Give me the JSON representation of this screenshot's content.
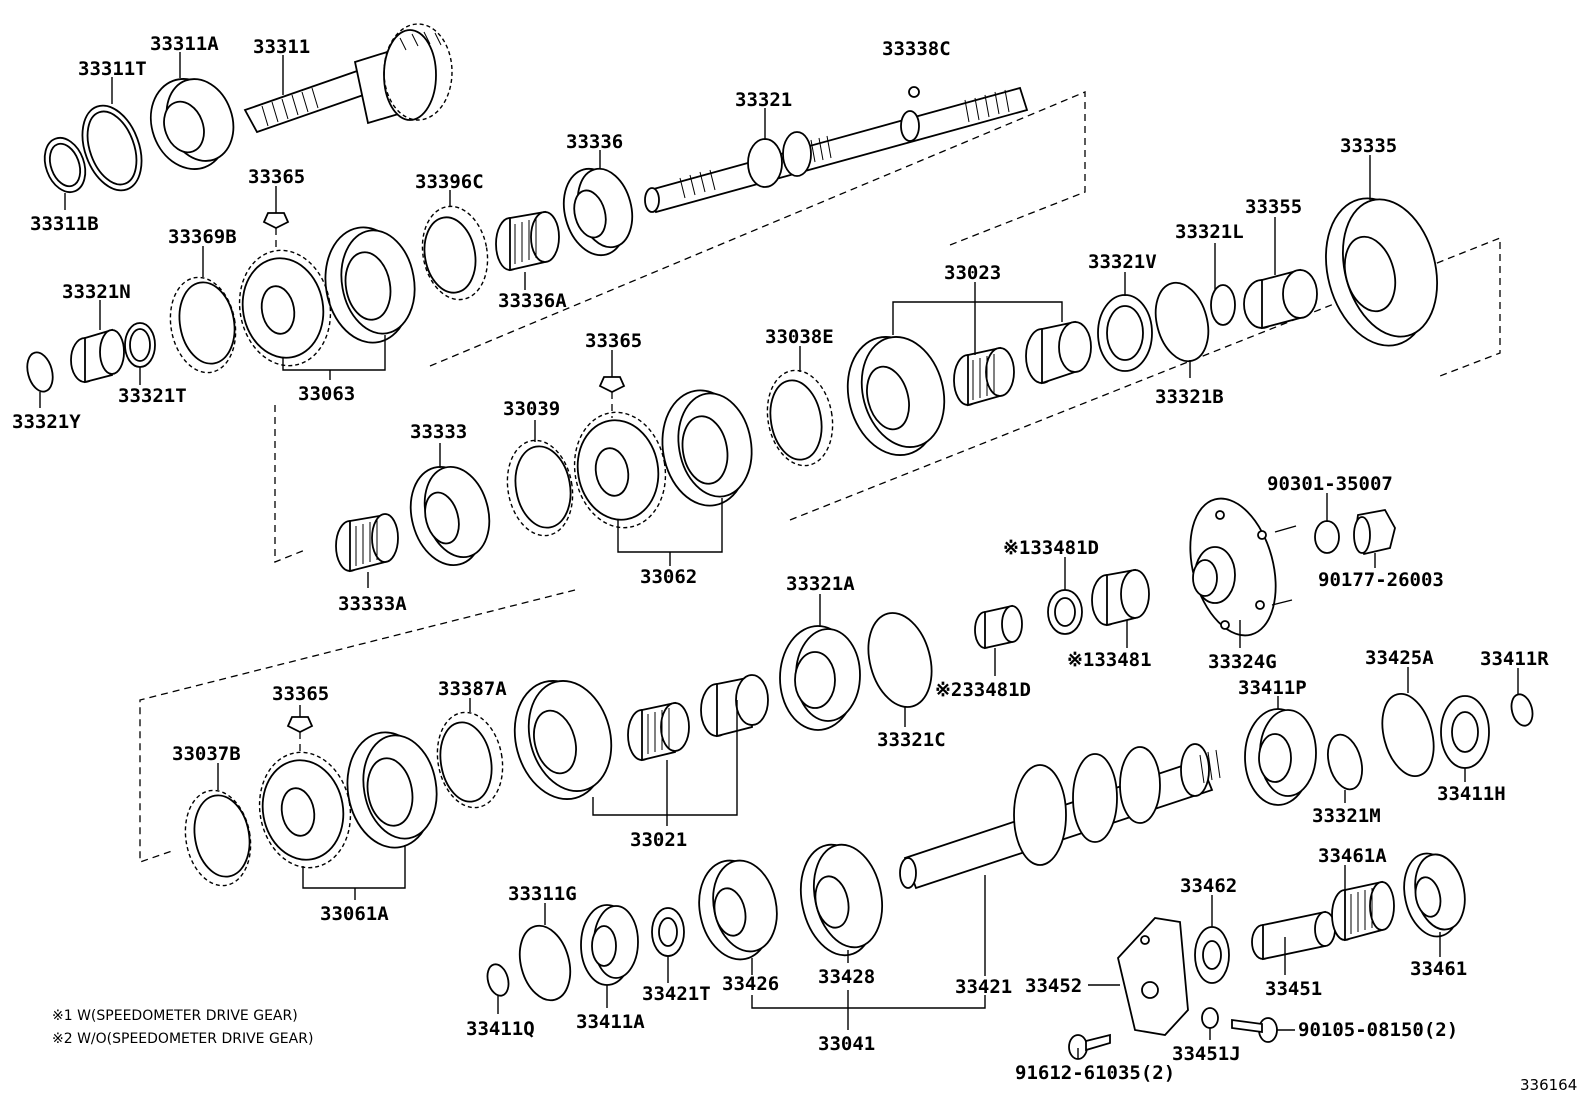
{
  "labels": {
    "p33311A": "33311A",
    "p33311": "33311",
    "p33311T": "33311T",
    "p33311B": "33311B",
    "p33338C": "33338C",
    "p33321": "33321",
    "p33336": "33336",
    "p33365a": "33365",
    "p33396C": "33396C",
    "p33369B": "33369B",
    "p33321N": "33321N",
    "p33336A": "33336A",
    "p33063": "33063",
    "p33321T": "33321T",
    "p33321Y": "33321Y",
    "p33335": "33335",
    "p33355": "33355",
    "p33321L": "33321L",
    "p33023": "33023",
    "p33321V": "33321V",
    "p33365b": "33365",
    "p33038E": "33038E",
    "p33321B": "33321B",
    "p33333": "33333",
    "p33039": "33039",
    "p33062": "33062",
    "p33333A": "33333A",
    "p90301": "90301-35007",
    "p90177": "90177-26003",
    "p33481D1": "※133481D",
    "p33481": "※133481",
    "p33481D2": "※233481D",
    "p33321A": "33321A",
    "p33324G": "33324G",
    "p33365c": "33365",
    "p33387A": "33387A",
    "p33037B": "33037B",
    "p33321C": "33321C",
    "p33425A": "33425A",
    "p33411R": "33411R",
    "p33411P": "33411P",
    "p33021": "33021",
    "p33321M": "33321M",
    "p33411H": "33411H",
    "p33061A": "33061A",
    "p33311G": "33311G",
    "p33462": "33462",
    "p33461A": "33461A",
    "p33426": "33426",
    "p33428": "33428",
    "p33421T": "33421T",
    "p33421": "33421",
    "p33452": "33452",
    "p33451": "33451",
    "p33461": "33461",
    "p33411Q": "33411Q",
    "p33411A": "33411A",
    "p33041": "33041",
    "p33451J": "33451J",
    "p91612": "91612-61035(2)",
    "p90105": "90105-08150(2)"
  },
  "notes": {
    "note1": "※1 W(SPEEDOMETER DRIVE GEAR)",
    "note2": "※2 W/O(SPEEDOMETER DRIVE GEAR)"
  },
  "figure_number": "336164"
}
